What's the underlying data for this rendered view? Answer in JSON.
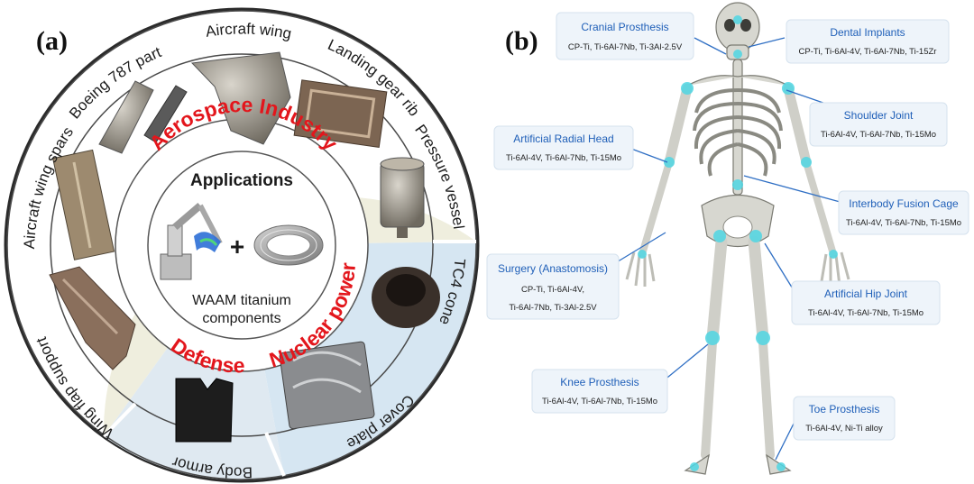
{
  "panel_a": {
    "label": "(a)",
    "center": {
      "title": "Applications",
      "plus": "+",
      "line1": "WAAM titanium",
      "line2": "components"
    },
    "sectors": {
      "aerospace": "Aerospace Industry",
      "nuclear": "Nuclear power",
      "defense": "Defense"
    },
    "ring_labels": {
      "aircraft_wing": "Aircraft wing",
      "landing_gear_rib": "Landing gear rib",
      "pressure_vessel": "Pressure vessel",
      "tc4_cone": "TC4 cone",
      "cover_plate": "Cover plate",
      "body_armor": "Body armor",
      "wing_flap_support": "Wing flap support",
      "aircraft_wing_spars": "Aircraft wing spars",
      "boeing_787_part": "Boeing 787 part"
    }
  },
  "panel_b": {
    "label": "(b)",
    "implants": [
      {
        "title": "Cranial Prosthesis",
        "details": [
          "CP-Ti, Ti-6Al-7Nb, Ti-3Al-2.5V"
        ]
      },
      {
        "title": "Dental Implants",
        "details": [
          "CP-Ti, Ti-6Al-4V, Ti-6Al-7Nb, Ti-15Zr"
        ]
      },
      {
        "title": "Shoulder Joint",
        "details": [
          "Ti-6Al-4V, Ti-6Al-7Nb, Ti-15Mo"
        ]
      },
      {
        "title": "Artificial Radial Head",
        "details": [
          "Ti-6Al-4V, Ti-6Al-7Nb, Ti-15Mo"
        ]
      },
      {
        "title": "Interbody Fusion Cage",
        "details": [
          "Ti-6Al-4V, Ti-6Al-7Nb, Ti-15Mo"
        ]
      },
      {
        "title": "Surgery (Anastomosis)",
        "details": [
          "CP-Ti, Ti-6Al-4V,",
          "Ti-6Al-7Nb, Ti-3Al-2.5V"
        ]
      },
      {
        "title": "Artificial Hip Joint",
        "details": [
          "Ti-6Al-4V, Ti-6Al-7Nb, Ti-15Mo"
        ]
      },
      {
        "title": "Knee Prosthesis",
        "details": [
          "Ti-6Al-4V, Ti-6Al-7Nb, Ti-15Mo"
        ]
      },
      {
        "title": "Toe Prosthesis",
        "details": [
          "Ti-6Al-4V, Ni-Ti alloy"
        ]
      }
    ]
  },
  "colors": {
    "accent_red": "#e3161c",
    "accent_blue": "#1f5fb8",
    "ring_beige": "#efeede",
    "ring_blue": "#d6e6f2",
    "joint_cyan": "#4fd6e3"
  }
}
